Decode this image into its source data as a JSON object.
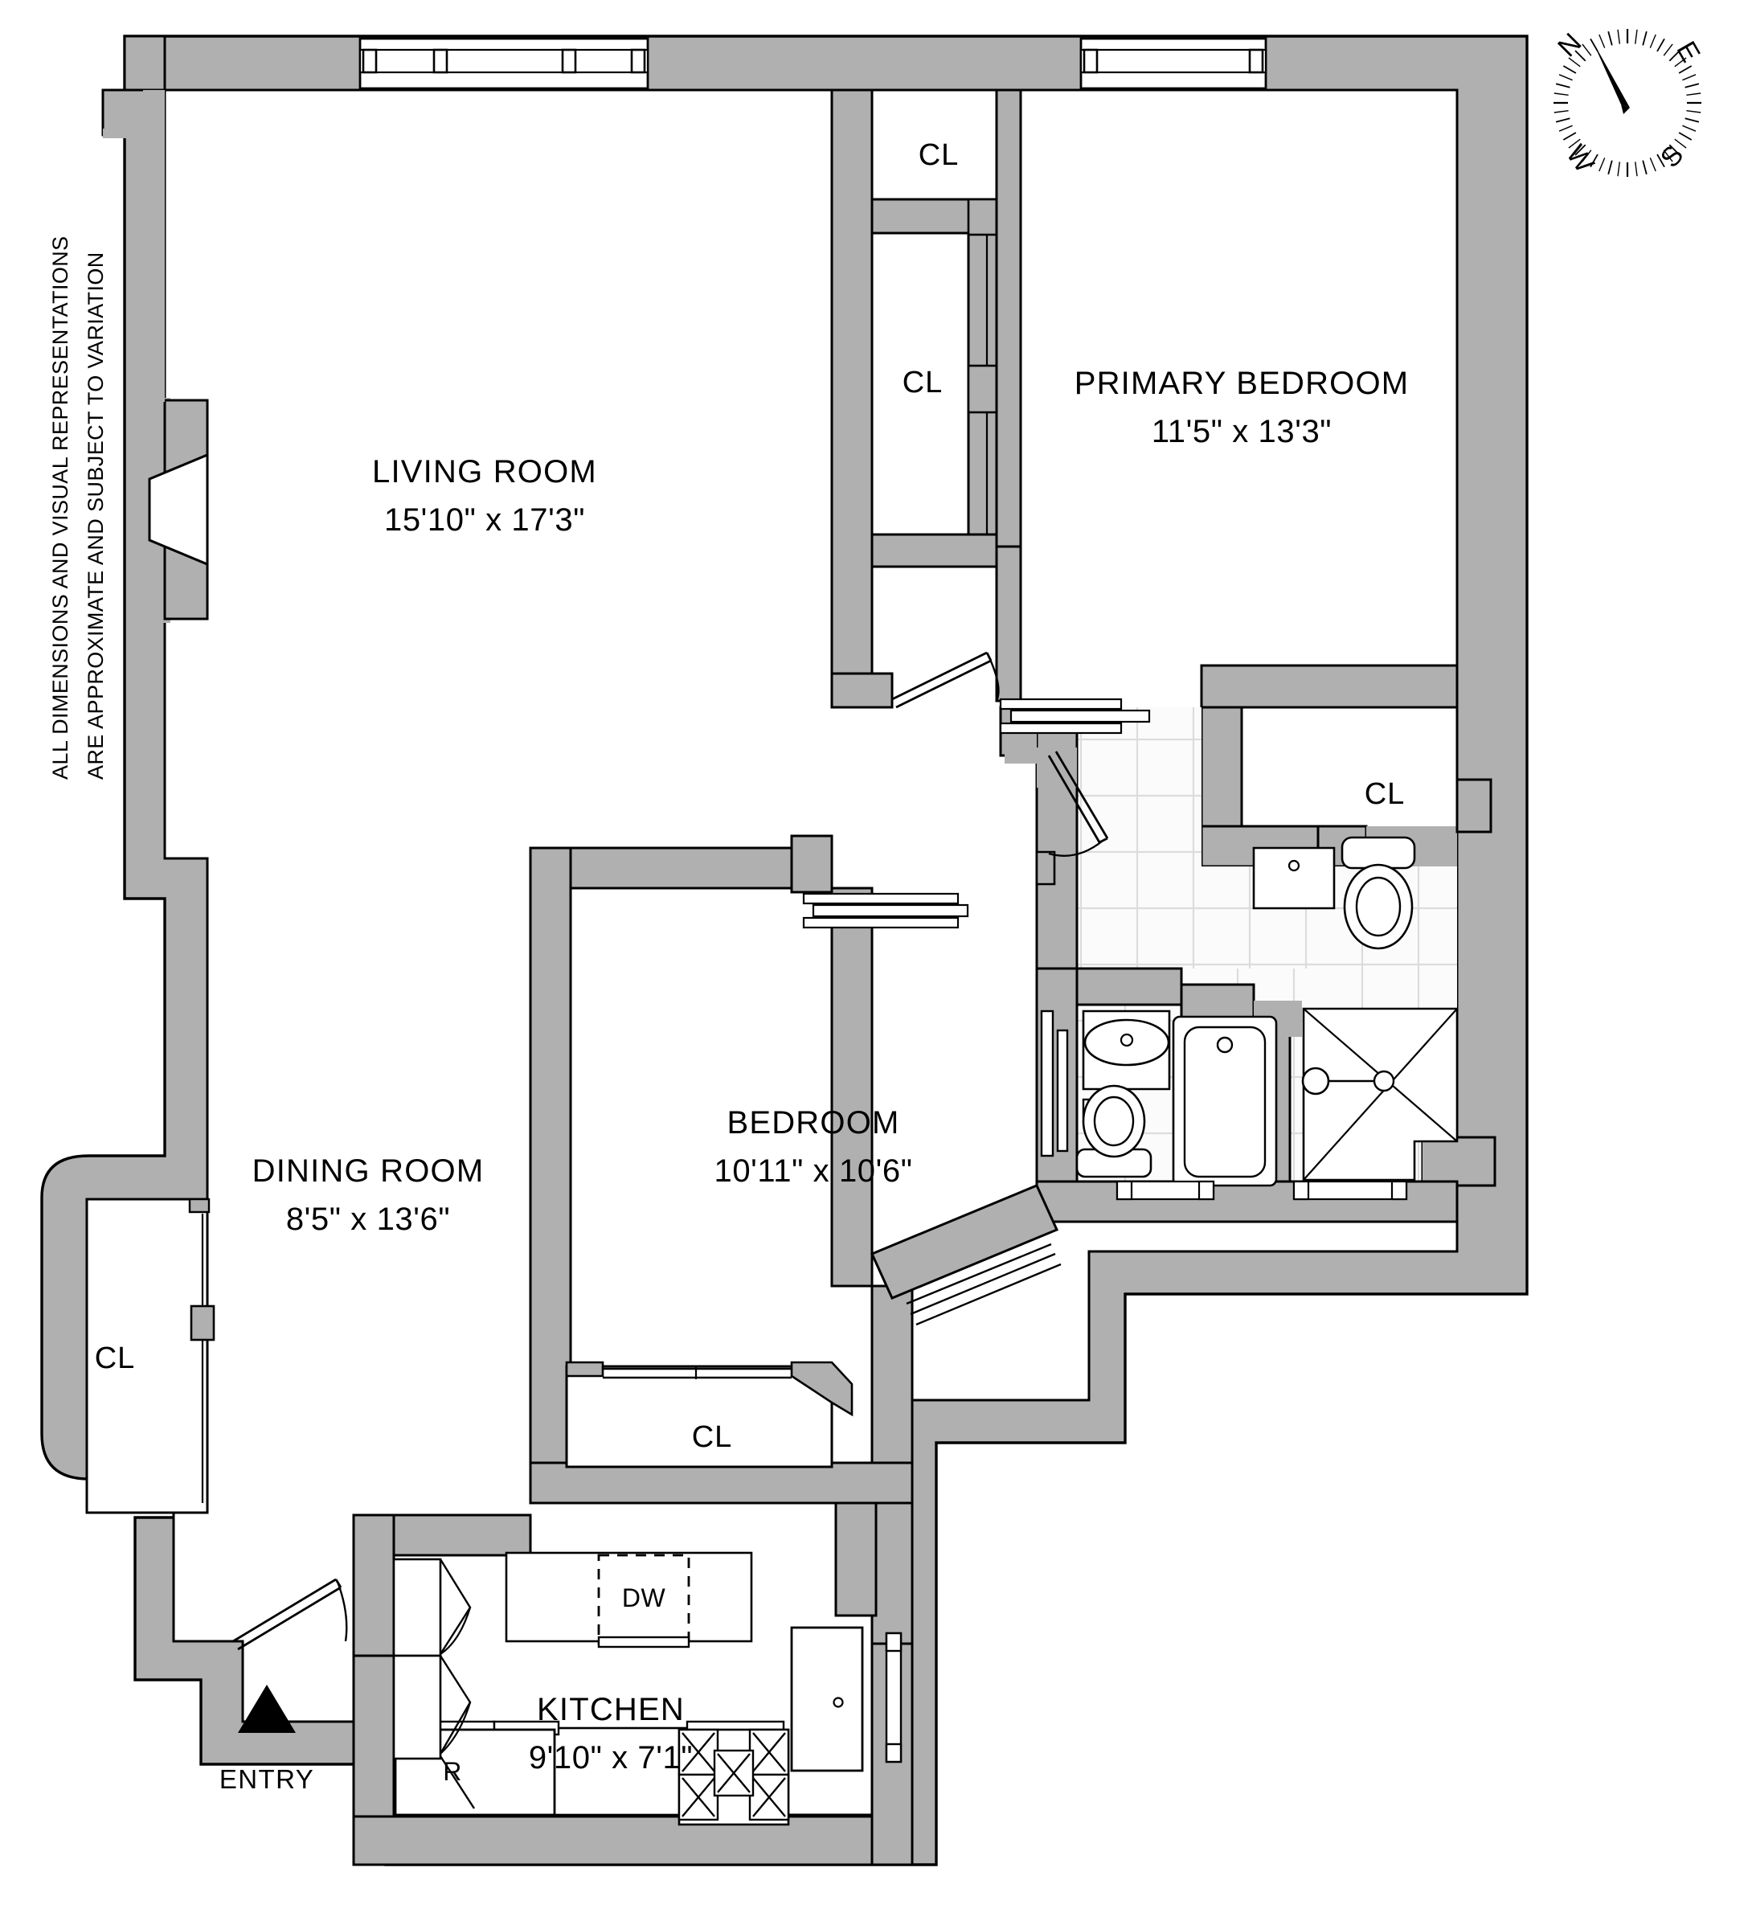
{
  "document": {
    "type": "residential-floor-plan",
    "disclaimer_line_1": "ALL DIMENSIONS AND VISUAL REPRESENTATIONS",
    "disclaimer_line_2": "ARE APPROXIMATE AND SUBJECT TO VARIATION"
  },
  "colors": {
    "wall_fill": "#b0b0b0",
    "outline": "#000000",
    "floor_fill": "#ffffff",
    "tile_grid": "#dcdcdc",
    "page_background": "#ffffff"
  },
  "rooms": [
    {
      "id": "living-room",
      "name": "LIVING ROOM",
      "dimensions": "15'10\" x 17'3\""
    },
    {
      "id": "primary-bedroom",
      "name": "PRIMARY BEDROOM",
      "dimensions": "11'5\" x 13'3\""
    },
    {
      "id": "dining-room",
      "name": "DINING ROOM",
      "dimensions": "8'5\" x 13'6\""
    },
    {
      "id": "bedroom",
      "name": "BEDROOM",
      "dimensions": "10'11\" x 10'6\""
    },
    {
      "id": "kitchen",
      "name": "KITCHEN",
      "dimensions": "9'10\" x 7'1\""
    }
  ],
  "closets": [
    {
      "id": "closet-hall-upper",
      "label": "CL"
    },
    {
      "id": "closet-hall-walkin",
      "label": "CL"
    },
    {
      "id": "closet-primary-bath",
      "label": "CL"
    },
    {
      "id": "closet-dining",
      "label": "CL"
    },
    {
      "id": "closet-bedroom",
      "label": "CL"
    }
  ],
  "appliances": [
    {
      "id": "dishwasher",
      "label": "DW",
      "style": "dashed-outline"
    },
    {
      "id": "refrigerator",
      "label": "R",
      "style": "solid-outline"
    },
    {
      "id": "range",
      "label": "",
      "style": "five-burner-cooktop"
    }
  ],
  "markers": {
    "entry_label": "ENTRY",
    "entry_symbol": "filled-triangle"
  },
  "compass": {
    "north": "N",
    "east": "E",
    "south": "S",
    "west": "W",
    "needle_bearing": "NNW"
  },
  "fixtures": [
    {
      "id": "primary-bath-sink",
      "type": "vanity-sink"
    },
    {
      "id": "primary-bath-toilet",
      "type": "toilet"
    },
    {
      "id": "primary-bath-shower",
      "type": "shower-stall"
    },
    {
      "id": "second-bath-sink",
      "type": "pedestal-sink"
    },
    {
      "id": "second-bath-toilet",
      "type": "toilet"
    },
    {
      "id": "second-bath-tub",
      "type": "bathtub"
    }
  ]
}
